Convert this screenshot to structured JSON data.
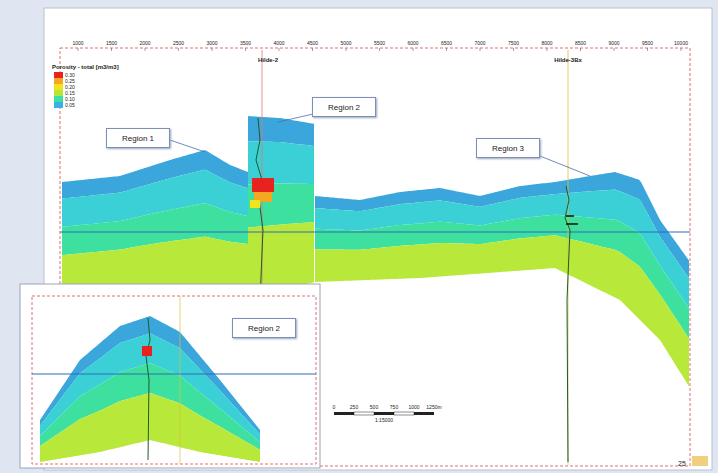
{
  "diagram": {
    "nodes": [
      {
        "text": [
          "Region 1"
        ]
      },
      {
        "text": [
          "Region 2"
        ]
      },
      {
        "text": [
          "Region 3"
        ]
      },
      {
        "text": [
          "Region 2"
        ]
      }
    ],
    "labels": [
      "Porosity - total [m3/m3]",
      "Hilde-2",
      "Hilde-3Bx",
      "1000",
      "1500",
      "2000",
      "2500",
      "3000",
      "3500",
      "4000",
      "4500",
      "5000",
      "5500",
      "6000",
      "6500",
      "7000",
      "7500",
      "8000",
      "8500",
      "9000",
      "9500",
      "10000",
      "0",
      "250",
      "500",
      "750",
      "1000",
      "1250m",
      "1:15000",
      "25"
    ],
    "legend": [
      {
        "text": "0.30",
        "color": "#e8231f"
      },
      {
        "text": "0.25",
        "color": "#f5a623"
      },
      {
        "text": "0.20",
        "color": "#f2e41c"
      },
      {
        "text": "0.15",
        "color": "#b5e63a"
      },
      {
        "text": "0.10",
        "color": "#3ee0a0"
      },
      {
        "text": "0.05",
        "color": "#3ab0e6"
      }
    ]
  }
}
